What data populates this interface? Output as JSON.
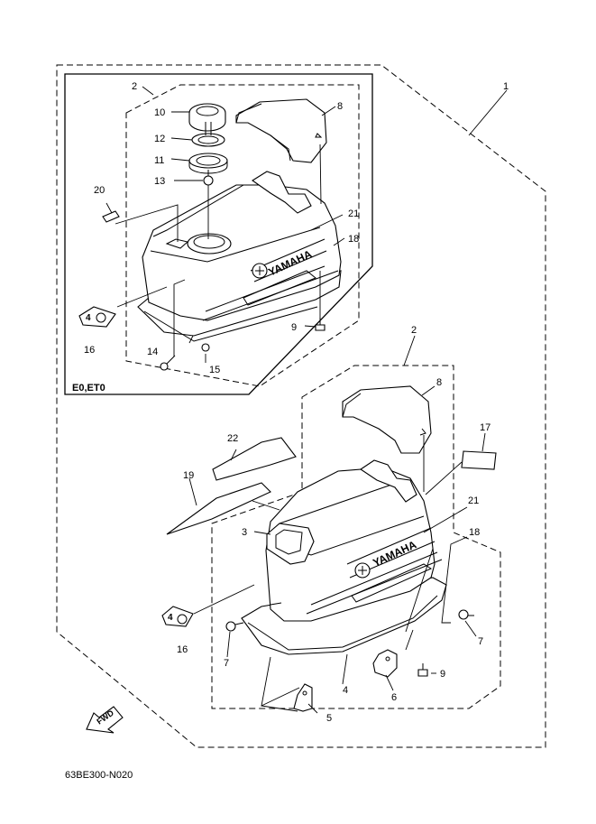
{
  "diagram": {
    "variant_label": "E0,ET0",
    "drawing_code": "63BE300-N020",
    "brand_text": "YAMAHA",
    "fwd_text": "FWD",
    "callouts": {
      "c1": "1",
      "c2_top": "2",
      "c2_bottom": "2",
      "c3": "3",
      "c4": "4",
      "c5": "5",
      "c6": "6",
      "c7_left": "7",
      "c7_right": "7",
      "c8_top": "8",
      "c8_bottom": "8",
      "c9_top": "9",
      "c9_bottom": "9",
      "c10": "10",
      "c11": "11",
      "c12": "12",
      "c13": "13",
      "c14": "14",
      "c15": "15",
      "c16_top": "16",
      "c16_bottom": "16",
      "c17": "17",
      "c18_top": "18",
      "c18_bottom": "18",
      "c19": "19",
      "c20": "20",
      "c21_top": "21",
      "c21_bottom": "21",
      "c22": "22"
    }
  }
}
